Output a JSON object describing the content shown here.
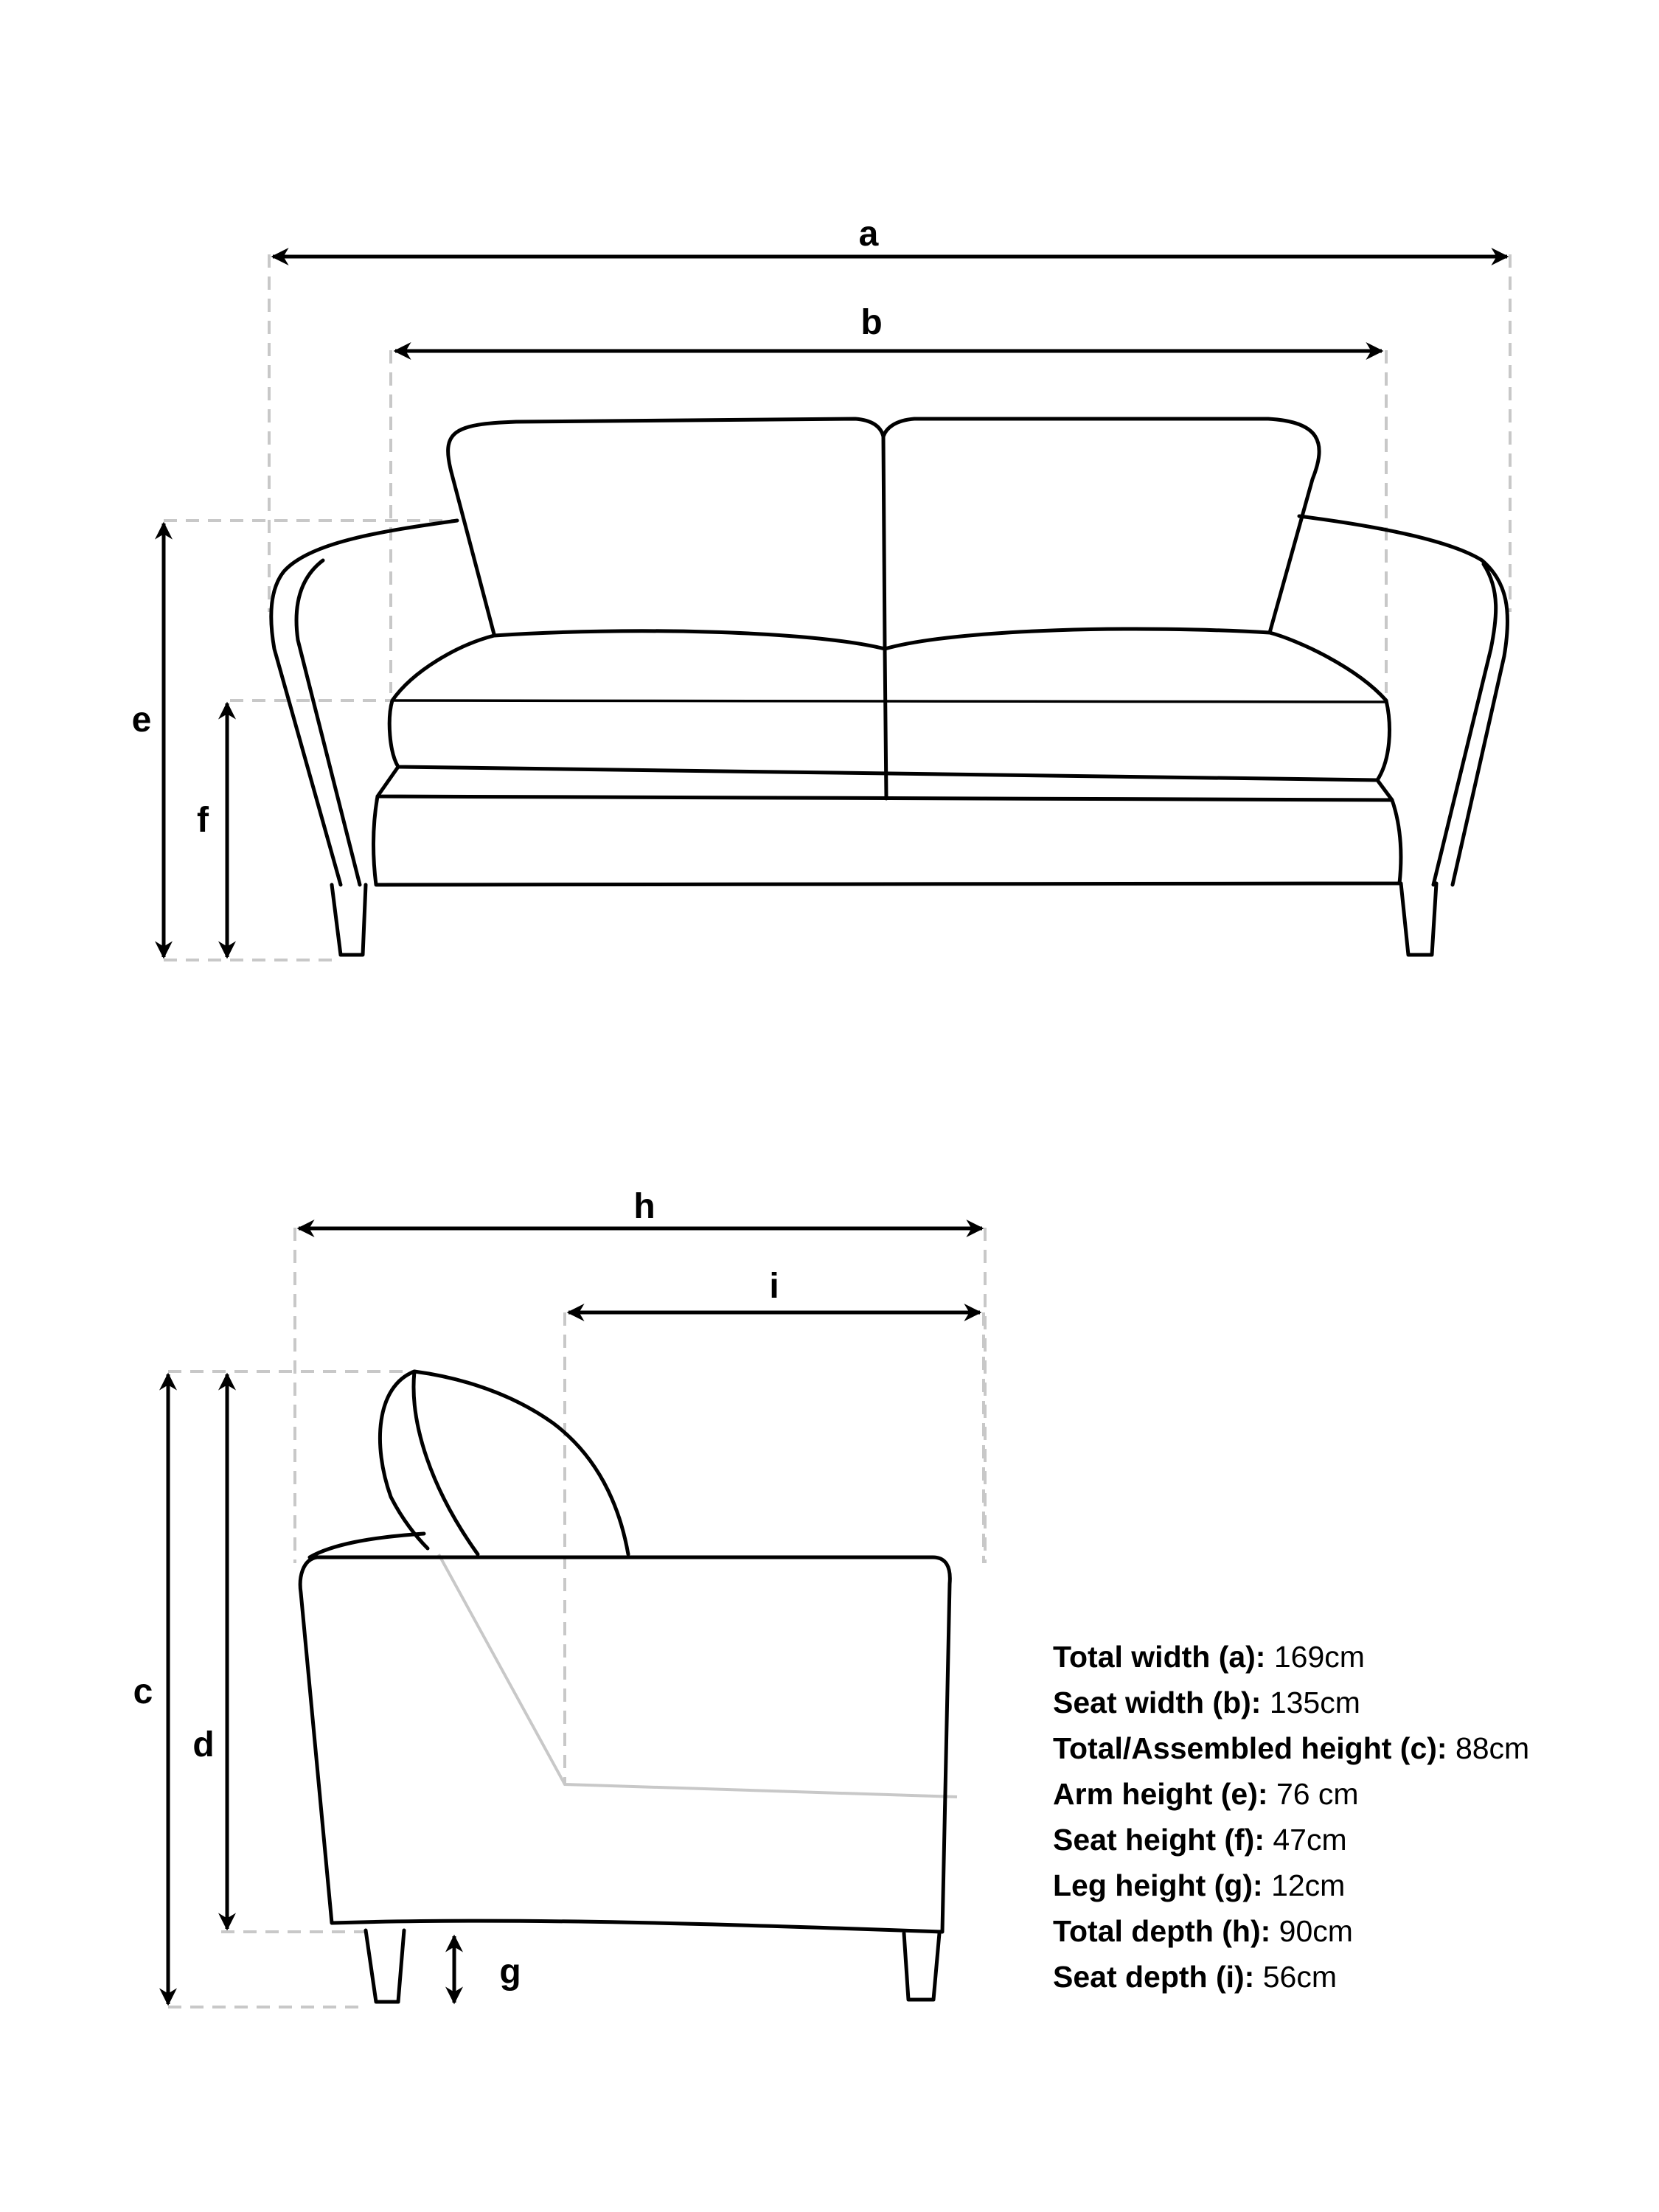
{
  "dimension_labels": {
    "a": "a",
    "b": "b",
    "c": "c",
    "d": "d",
    "e": "e",
    "f": "f",
    "g": "g",
    "h": "h",
    "i": "i"
  },
  "specs": [
    {
      "label": "Total width (a):",
      "value": " 169cm"
    },
    {
      "label": "Seat width (b):",
      "value": " 135cm"
    },
    {
      "label": "Total/Assembled height (c):",
      "value": " 88cm"
    },
    {
      "label": "Arm height (e):",
      "value": " 76 cm"
    },
    {
      "label": "Seat height (f):",
      "value": " 47cm"
    },
    {
      "label": "Leg height (g):",
      "value": " 12cm"
    },
    {
      "label": "Total depth (h):",
      "value": " 90cm"
    },
    {
      "label": "Seat depth (i):",
      "value": " 56cm"
    }
  ],
  "colors": {
    "line": "#000000",
    "guide": "#c8c8c8",
    "background": "#ffffff"
  }
}
